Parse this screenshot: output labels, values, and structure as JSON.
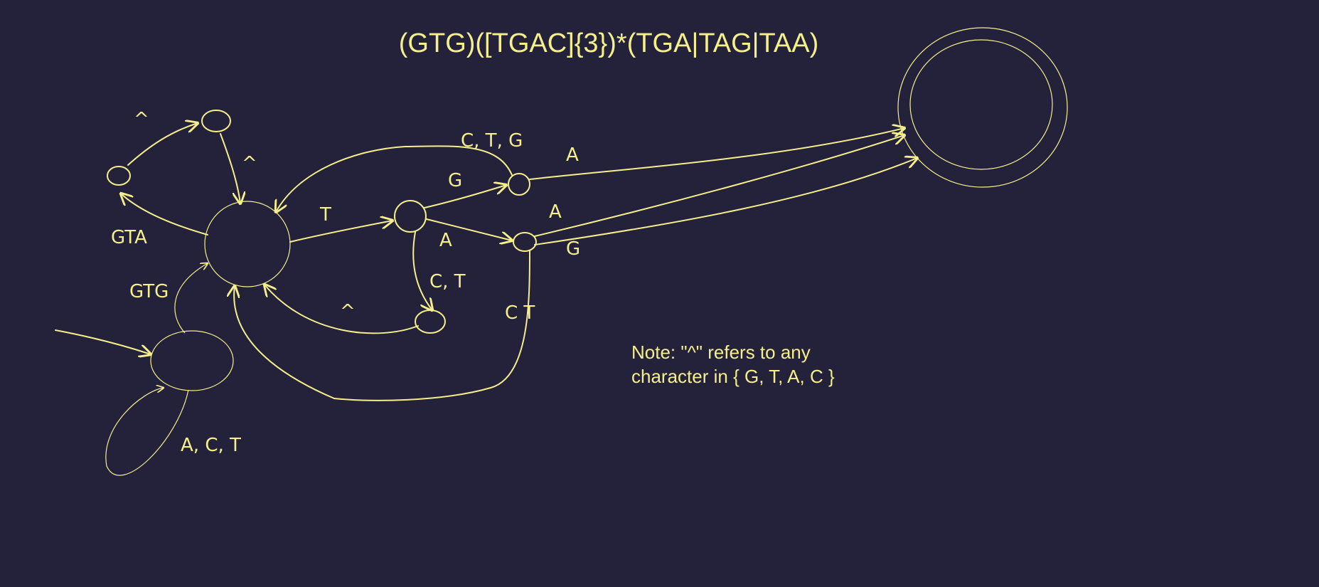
{
  "title": "(GTG)([TGAC]{3})*(TGA|TAG|TAA)",
  "note_lines": [
    "Note: \"^\" refers to any",
    "character in { G, T, A, C }"
  ],
  "edge_labels": {
    "loop_start": "A, C, T",
    "start_to_main": "GTG",
    "main_to_q1": "GTA",
    "q1_to_q2": "^",
    "q2_to_main": "^",
    "main_to_t": "T",
    "t_to_tg": "G",
    "t_to_ta": "A",
    "t_to_lower": "C, T",
    "lower_to_main": "^",
    "tg_to_main": "C, T, G",
    "tg_to_final": "A",
    "ta_to_final_a": "A",
    "ta_to_final_g": "G",
    "ta_to_main": "C  T"
  },
  "colors": {
    "background": "#23223a",
    "ink": "#f5ef8c"
  }
}
